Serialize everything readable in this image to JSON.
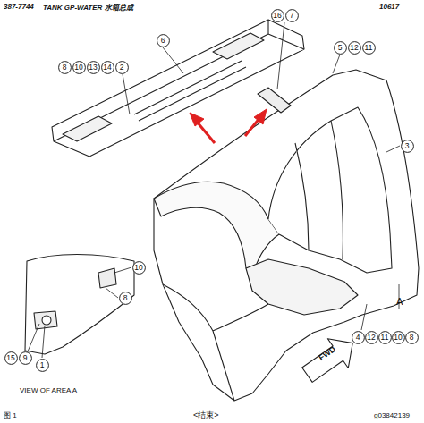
{
  "diagram": {
    "nodes": [
      {
        "text": [
          "16"
        ]
      },
      {
        "text": [
          "7"
        ]
      },
      {
        "text": [
          "6"
        ]
      },
      {
        "text": [
          "5"
        ]
      },
      {
        "text": [
          "12"
        ]
      },
      {
        "text": [
          "11"
        ]
      },
      {
        "text": [
          "8"
        ]
      },
      {
        "text": [
          "10"
        ]
      },
      {
        "text": [
          "13"
        ]
      },
      {
        "text": [
          "14"
        ]
      },
      {
        "text": [
          "2"
        ]
      },
      {
        "text": [
          "3"
        ]
      },
      {
        "text": [
          "10"
        ]
      },
      {
        "text": [
          "8"
        ]
      },
      {
        "text": [
          "4"
        ]
      },
      {
        "text": [
          "12"
        ]
      },
      {
        "text": [
          "11"
        ]
      },
      {
        "text": [
          "10"
        ]
      },
      {
        "text": [
          "8"
        ]
      },
      {
        "text": [
          "FWD"
        ]
      },
      {
        "text": [
          "15"
        ]
      },
      {
        "text": [
          "9"
        ]
      },
      {
        "text": [
          "1"
        ]
      }
    ],
    "labels": [
      "387-7744",
      "TANK GP-WATER 水箱总成",
      "10617",
      "A",
      "VIEW OF AREA A",
      "图 1",
      "<结束>",
      "g03842139"
    ]
  }
}
